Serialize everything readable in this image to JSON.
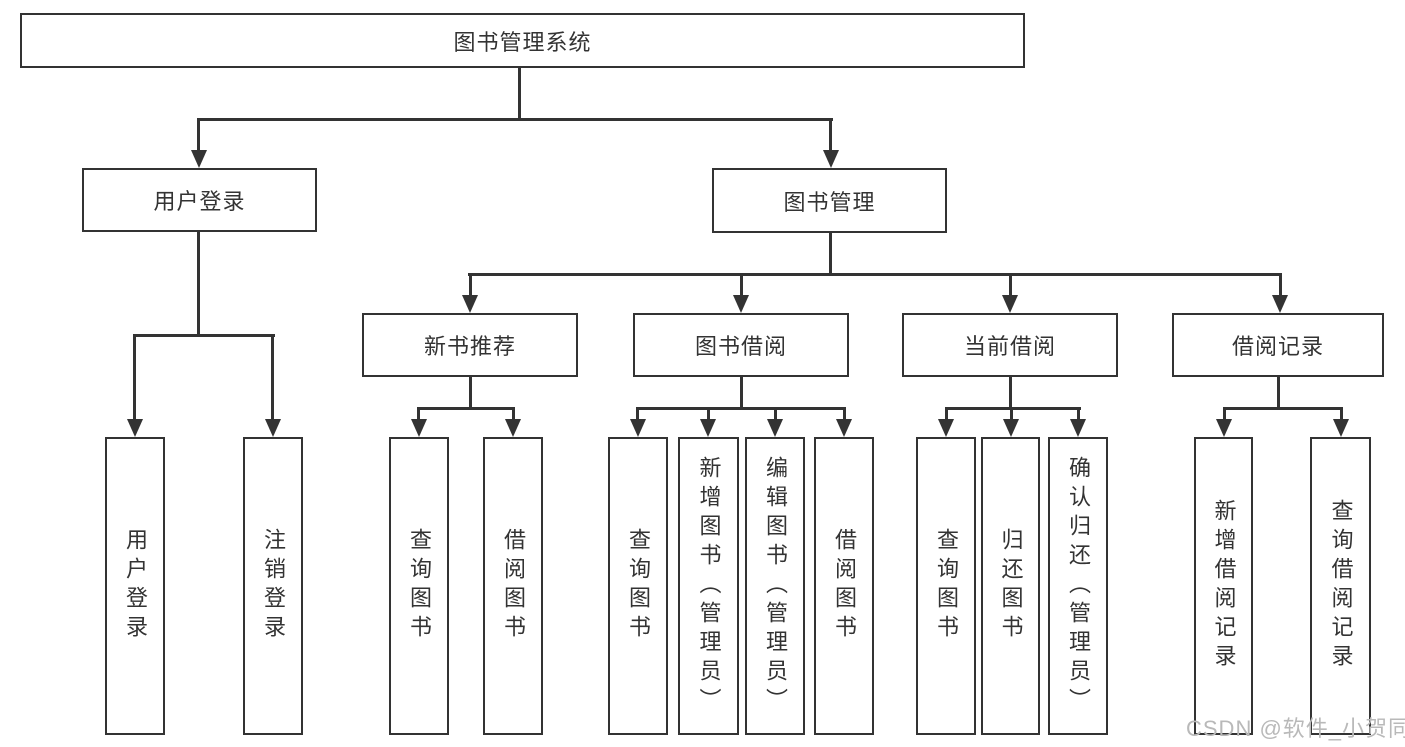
{
  "diagram": {
    "root": {
      "label": "图书管理系统"
    },
    "level2": [
      {
        "id": "user-login",
        "label": "用户登录",
        "children": [
          {
            "label": "用户登录"
          },
          {
            "label": "注销登录"
          }
        ]
      },
      {
        "id": "book-management",
        "label": "图书管理",
        "children": [
          {
            "id": "new-book-recommend",
            "label": "新书推荐",
            "children": [
              {
                "label": "查询图书"
              },
              {
                "label": "借阅图书"
              }
            ]
          },
          {
            "id": "book-borrow",
            "label": "图书借阅",
            "children": [
              {
                "label": "查询图书"
              },
              {
                "label": "新增图书（管理员）"
              },
              {
                "label": "编辑图书（管理员）"
              },
              {
                "label": "借阅图书"
              }
            ]
          },
          {
            "id": "current-borrow",
            "label": "当前借阅",
            "children": [
              {
                "label": "查询图书"
              },
              {
                "label": "归还图书"
              },
              {
                "label": "确认归还（管理员）"
              }
            ]
          },
          {
            "id": "borrow-records",
            "label": "借阅记录",
            "children": [
              {
                "label": "新增借阅记录"
              },
              {
                "label": "查询借阅记录"
              }
            ]
          }
        ]
      }
    ]
  },
  "watermark": {
    "text": "CSDN @软件_小贺同学"
  },
  "colors": {
    "line": "#333333",
    "text": "#333333",
    "watermark": "#b9b9b9",
    "background": "#ffffff"
  }
}
